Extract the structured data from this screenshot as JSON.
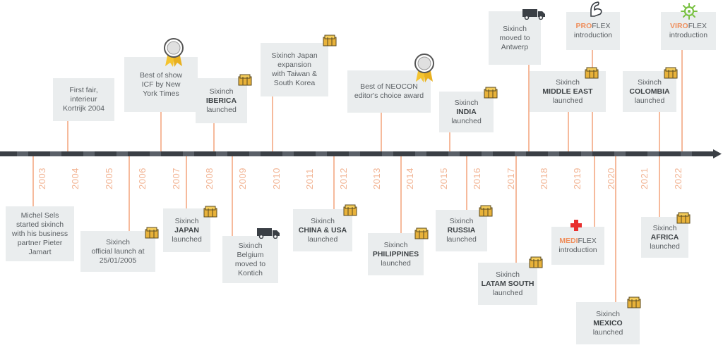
{
  "years": [
    "2003",
    "2004",
    "2005",
    "2006",
    "2007",
    "2008",
    "2009",
    "2010",
    "2011",
    "2012",
    "2013",
    "2014",
    "2015",
    "2016",
    "2017",
    "2018",
    "2019",
    "2020",
    "2021",
    "2022"
  ],
  "events": {
    "e2003": {
      "lines": [
        "Michel Sels",
        "started sixinch",
        "with his business",
        "partner Pieter",
        "Jamart"
      ]
    },
    "e2004": {
      "lines": [
        "First fair,",
        "interieur",
        "Kortrijk 2004"
      ]
    },
    "e2005": {
      "lines": [
        "Sixinch",
        "official launch at",
        "25/01/2005"
      ]
    },
    "e2006": {
      "lines": [
        "Best of show",
        "ICF by New",
        "York Times"
      ]
    },
    "e2007": {
      "pre": "Sixinch",
      "bold": "JAPAN",
      "post": "launched"
    },
    "e2008": {
      "pre": "Sixinch",
      "bold": "IBERICA",
      "post": "launched"
    },
    "e2009": {
      "lines": [
        "Sixinch",
        "Belgium",
        "moved to",
        "Kontich"
      ]
    },
    "e2010": {
      "lines": [
        "Sixinch Japan",
        "expansion",
        "with Taiwan &",
        "South Korea"
      ]
    },
    "e2012": {
      "pre": "Sixinch",
      "bold": "CHINA & USA",
      "post": "launched"
    },
    "e2013": {
      "lines": [
        "Best of NEOCON",
        "editor's choice award"
      ]
    },
    "e2014": {
      "pre": "Sixinch",
      "bold": "PHILIPPINES",
      "post": "launched"
    },
    "e2015": {
      "pre": "Sixinch",
      "bold": "INDIA",
      "post": "launched"
    },
    "e2016": {
      "pre": "Sixinch",
      "bold": "RUSSIA",
      "post": "launched"
    },
    "e2017": {
      "pre": "Sixinch",
      "bold": "LATAM SOUTH",
      "post": "launched"
    },
    "e2018": {
      "lines": [
        "Sixinch",
        "moved to",
        "Antwerp"
      ]
    },
    "e2019": {
      "pre": "Sixinch",
      "bold": "MIDDLE EAST",
      "post": "launched"
    },
    "e2020a": {
      "hl": "PRO",
      "rest": "FLEX",
      "post": "introduction"
    },
    "e2020b": {
      "hl": "MEDI",
      "rest": "FLEX",
      "post": "introduction"
    },
    "e2020c": {
      "pre": "Sixinch",
      "bold": "MEXICO",
      "post": "launched"
    },
    "e2021": {
      "pre": "Sixinch",
      "bold": "COLOMBIA",
      "post": "launched"
    },
    "e2022a": {
      "hl": "VIRO",
      "rest": "FLEX",
      "post": "introduction"
    },
    "e2022b": {
      "pre": "Sixinch",
      "bold": "AFRICA",
      "post": "launched"
    }
  },
  "icons": [
    "award-ribbon-icon",
    "cube-box-icon",
    "truck-icon",
    "arm-flex-icon",
    "medical-cross-icon",
    "virus-icon"
  ],
  "colors": {
    "axis": "#3a3f45",
    "connector": "#f2a27a",
    "box": "#eaedee",
    "highlight": "#ef8f5d",
    "year": "#f2b595",
    "medical": "#e8302f",
    "virus": "#7ac143",
    "cube": "#e8b23a"
  }
}
